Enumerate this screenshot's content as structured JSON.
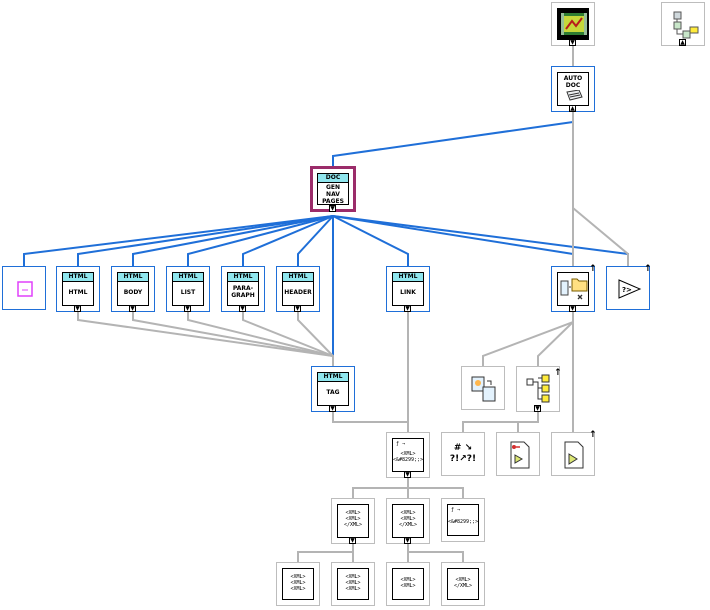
{
  "colors": {
    "wire_blue": "#1f6fd8",
    "wire_gray": "#b4b4b4",
    "selected_border": "#9b2c6a",
    "header_cyan": "#8fe6ee"
  },
  "nodes": {
    "top_main": {
      "icon": "vi-front-panel-icon"
    },
    "top_right": {
      "icon": "hierarchy-icon"
    },
    "autodoc": {
      "label": "AUTO\nDOC"
    },
    "docgen": {
      "header": "DOC",
      "label": "GEN\nNAV\nPAGES"
    },
    "empty": {
      "icon": "empty-string-icon"
    },
    "html": {
      "header": "HTML",
      "label": "HTML"
    },
    "body": {
      "header": "HTML",
      "label": "BODY"
    },
    "list": {
      "header": "HTML",
      "label": "LIST"
    },
    "paragraph": {
      "header": "HTML",
      "label": "PARA-\nGRAPH"
    },
    "header": {
      "header": "HTML",
      "label": "HEADER"
    },
    "link": {
      "header": "HTML",
      "label": "LINK"
    },
    "tag": {
      "header": "HTML",
      "label": "TAG"
    },
    "file_ops": {
      "icon": "file-folder-icon"
    },
    "prompt": {
      "icon": "prompt-icon",
      "label": "?>"
    },
    "path_refs": {
      "icon": "path-reference-icon"
    },
    "tree": {
      "icon": "tree-icon"
    },
    "special_chars": {
      "icon": "special-chars-icon",
      "label": "# ↘\n?!↗?!"
    },
    "key_file": {
      "icon": "key-file-icon"
    },
    "file_vi": {
      "icon": "file-vi-icon"
    },
    "xml_escape": {
      "label": "<XML>\n<&#8299;;>"
    },
    "xml_a": {
      "label": "<XML>\n<XML>\n</XML>"
    },
    "xml_b": {
      "label": "<XML>\n<XML>\n</XML>"
    },
    "xml_c": {
      "label": "<&#8299;;>"
    },
    "xml_d": {
      "label": "<XML>\n<XML>\n<XML>"
    },
    "xml_e": {
      "label": "<XML>\n<XML>\n<XML>"
    },
    "xml_f": {
      "label": "<XML>\n<XML>"
    },
    "xml_g": {
      "label": "<XML>\n</XML>"
    }
  }
}
